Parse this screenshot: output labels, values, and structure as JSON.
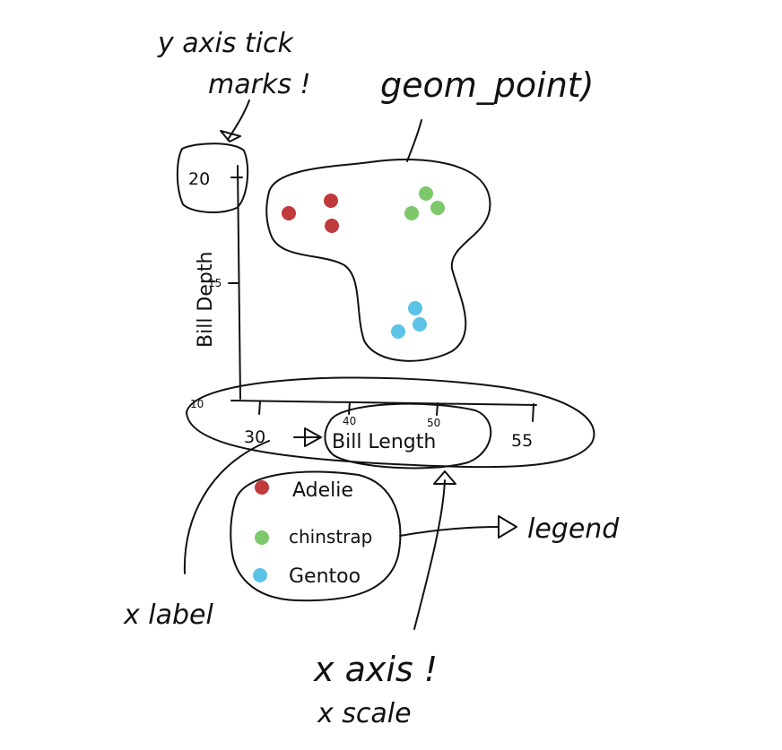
{
  "annotations": {
    "y_axis_tick_marks": [
      "y axis tick",
      "marks !"
    ],
    "geom_point": "geom_point)",
    "legend": "legend",
    "x_label": "x label",
    "x_axis": "x axis !",
    "x_scale": "x scale"
  },
  "plot": {
    "y_axis_label": "Bill Depth",
    "y_ticks": [
      "20",
      "15",
      "10"
    ],
    "x_ticks": [
      "30",
      "40",
      "50",
      "55"
    ],
    "x_axis_label": "Bill Length"
  },
  "legend": {
    "items": [
      {
        "label": "Adelie",
        "color": "#c0393b"
      },
      {
        "label": "chinstrap",
        "color": "#7cc86a"
      },
      {
        "label": "Gentoo",
        "color": "#5cc3e6"
      }
    ]
  },
  "points": {
    "adelie_color": "#c0393b",
    "chinstrap_color": "#7cc86a",
    "gentoo_color": "#5cc3e6"
  }
}
